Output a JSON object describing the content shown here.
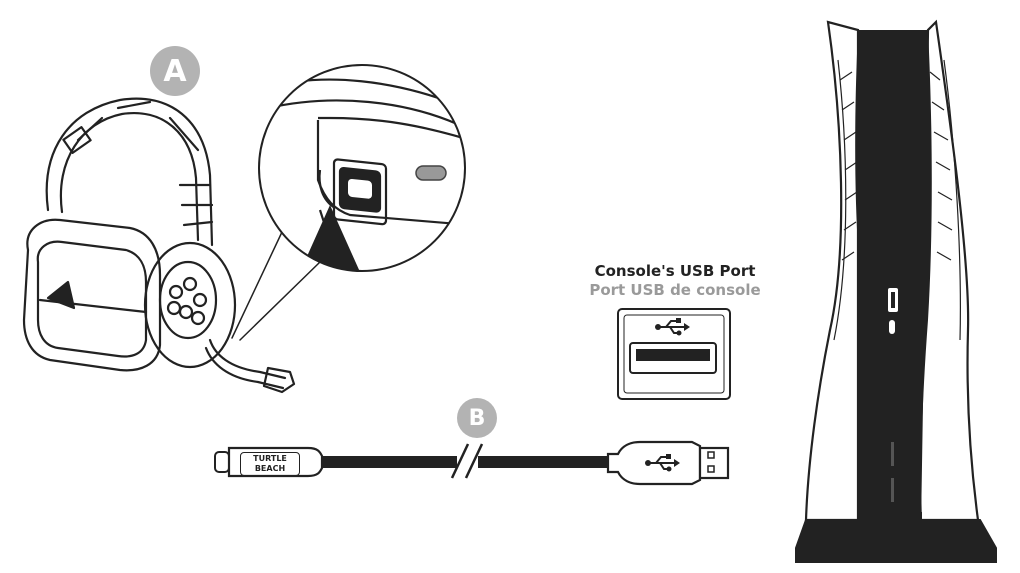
{
  "callouts": {
    "headset": "A",
    "cable": "B"
  },
  "port_label": {
    "en": "Console's USB Port",
    "fr": "Port USB de console"
  },
  "cable_brand": {
    "line1": "TURTLE",
    "line2": "BEACH"
  },
  "icons": {
    "usb": "usb-icon"
  },
  "colors": {
    "ink": "#222222",
    "badge": "#b3b3b3",
    "label_secondary": "#9a9a9a"
  }
}
